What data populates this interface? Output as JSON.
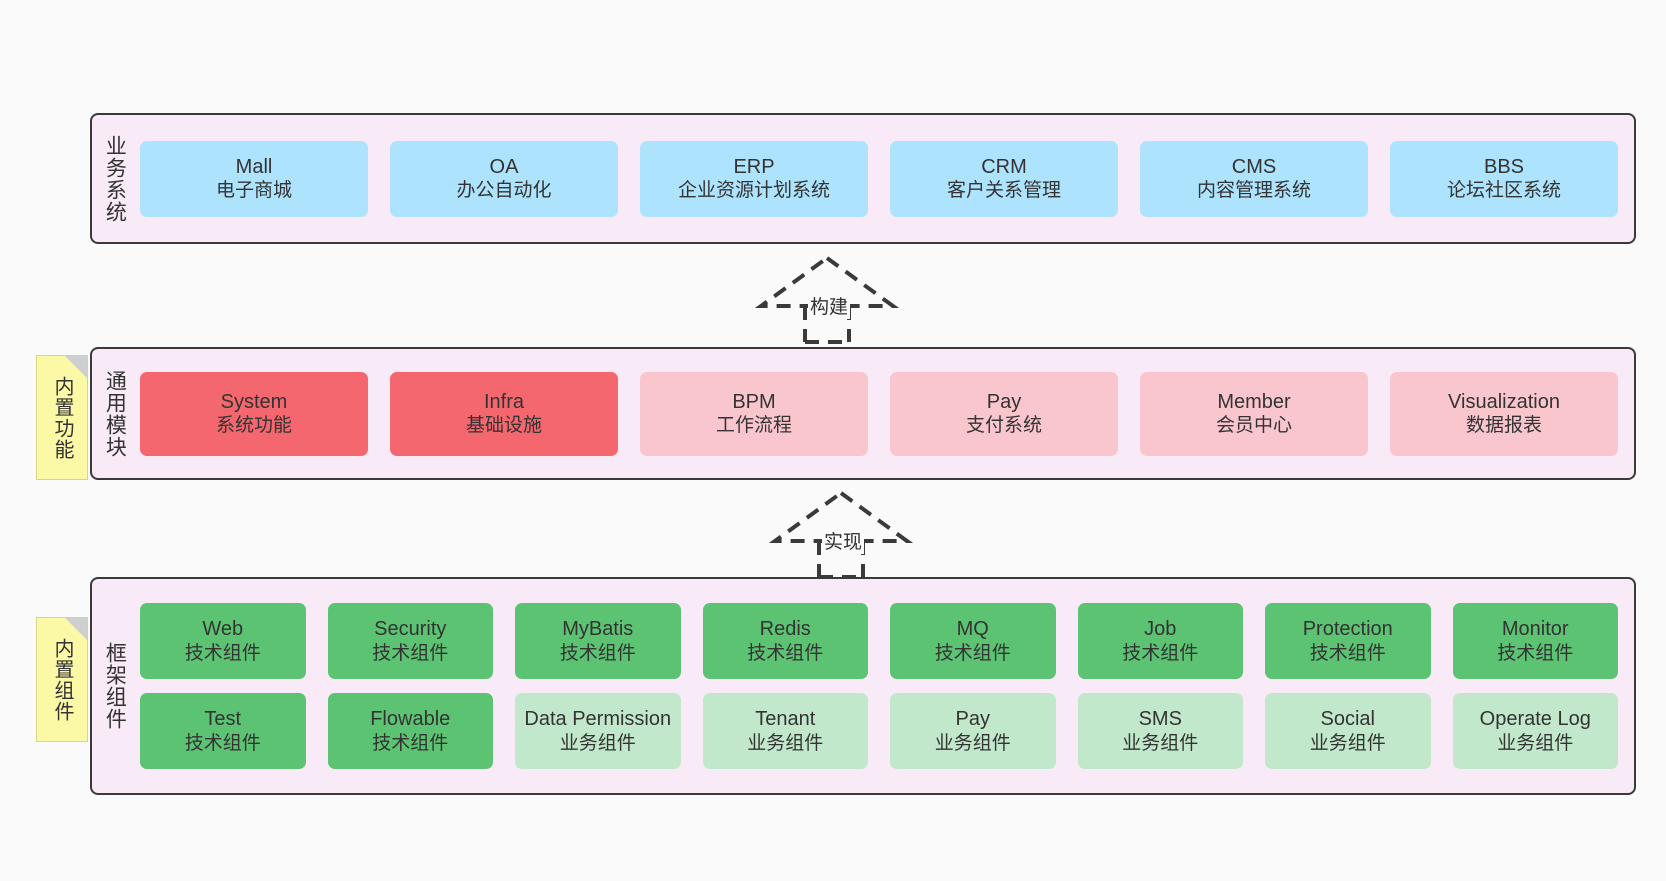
{
  "diagram": {
    "background_color": "#fafafa",
    "layer_fill": "#f8eaf6",
    "layer_border": "#3a3a3a",
    "colors": {
      "blue": "#ade3fd",
      "red": "#f4676e",
      "pink": "#fac6ce",
      "green": "#5cc373",
      "light_green": "#c2e8cb",
      "note_yellow": "#fbf9a6",
      "note_fold": "#cfcfcf"
    }
  },
  "layers": {
    "business": {
      "title": "业务系统",
      "cards": [
        {
          "title": "Mall",
          "subtitle": "电子商城"
        },
        {
          "title": "OA",
          "subtitle": "办公自动化"
        },
        {
          "title": "ERP",
          "subtitle": "企业资源计划系统"
        },
        {
          "title": "CRM",
          "subtitle": "客户关系管理"
        },
        {
          "title": "CMS",
          "subtitle": "内容管理系统"
        },
        {
          "title": "BBS",
          "subtitle": "论坛社区系统"
        }
      ]
    },
    "modules": {
      "title": "通用模块",
      "note": "内置功能",
      "cards": [
        {
          "title": "System",
          "subtitle": "系统功能",
          "color": "red"
        },
        {
          "title": "Infra",
          "subtitle": "基础设施",
          "color": "red"
        },
        {
          "title": "BPM",
          "subtitle": "工作流程",
          "color": "pink"
        },
        {
          "title": "Pay",
          "subtitle": "支付系统",
          "color": "pink"
        },
        {
          "title": "Member",
          "subtitle": "会员中心",
          "color": "pink"
        },
        {
          "title": "Visualization",
          "subtitle": "数据报表",
          "color": "pink"
        }
      ]
    },
    "framework": {
      "title": "框架组件",
      "note": "内置组件",
      "row1": [
        {
          "title": "Web",
          "subtitle": "技术组件",
          "color": "green"
        },
        {
          "title": "Security",
          "subtitle": "技术组件",
          "color": "green"
        },
        {
          "title": "MyBatis",
          "subtitle": "技术组件",
          "color": "green"
        },
        {
          "title": "Redis",
          "subtitle": "技术组件",
          "color": "green"
        },
        {
          "title": "MQ",
          "subtitle": "技术组件",
          "color": "green"
        },
        {
          "title": "Job",
          "subtitle": "技术组件",
          "color": "green"
        },
        {
          "title": "Protection",
          "subtitle": "技术组件",
          "color": "green"
        },
        {
          "title": "Monitor",
          "subtitle": "技术组件",
          "color": "green"
        }
      ],
      "row2": [
        {
          "title": "Test",
          "subtitle": "技术组件",
          "color": "green"
        },
        {
          "title": "Flowable",
          "subtitle": "技术组件",
          "color": "green"
        },
        {
          "title": "Data Permission",
          "subtitle": "业务组件",
          "color": "light_green",
          "wrap": true
        },
        {
          "title": "Tenant",
          "subtitle": "业务组件",
          "color": "light_green"
        },
        {
          "title": "Pay",
          "subtitle": "业务组件",
          "color": "light_green"
        },
        {
          "title": "SMS",
          "subtitle": "业务组件",
          "color": "light_green"
        },
        {
          "title": "Social",
          "subtitle": "业务组件",
          "color": "light_green"
        },
        {
          "title": "Operate Log",
          "subtitle": "业务组件",
          "color": "light_green"
        }
      ]
    }
  },
  "connectors": [
    {
      "label": "构建",
      "from": "modules",
      "to": "business"
    },
    {
      "label": "实现",
      "from": "framework",
      "to": "modules"
    }
  ]
}
